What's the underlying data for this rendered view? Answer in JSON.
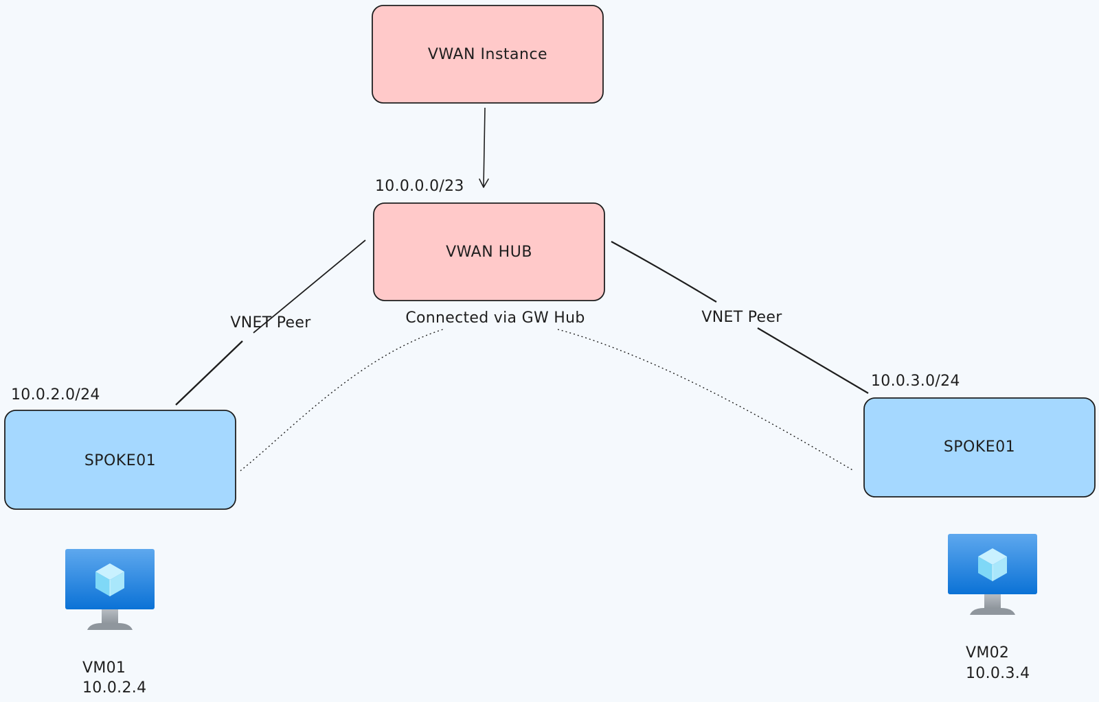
{
  "nodes": {
    "vwan_instance": {
      "label": "VWAN Instance",
      "color": "#ffc9c9"
    },
    "vwan_hub": {
      "label": "VWAN HUB",
      "color": "#ffc9c9",
      "cidr": "10.0.0.0/23"
    },
    "spoke_left": {
      "label": "SPOKE01",
      "color": "#a5d8ff",
      "cidr": "10.0.2.0/24"
    },
    "spoke_right": {
      "label": "SPOKE01",
      "color": "#a5d8ff",
      "cidr": "10.0.3.0/24"
    }
  },
  "edges": {
    "peer_left": {
      "label": "VNET Peer"
    },
    "peer_right": {
      "label": "VNET Peer"
    },
    "gw_connection": {
      "label": "Connected via GW Hub"
    }
  },
  "vms": {
    "vm01": {
      "icon": "virtual-machine-icon",
      "name": "VM01",
      "ip": "10.0.2.4"
    },
    "vm02": {
      "icon": "virtual-machine-icon",
      "name": "VM02",
      "ip": "10.0.3.4"
    }
  },
  "colors": {
    "background": "#f5f9fd",
    "stroke": "#1e1e1e",
    "hub_fill": "#ffc9c9",
    "spoke_fill": "#a5d8ff",
    "vm_screen": "#1e88e5",
    "vm_stand": "#9aa0a6"
  }
}
